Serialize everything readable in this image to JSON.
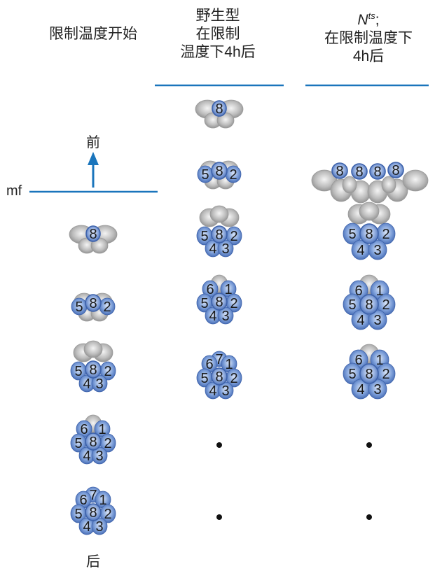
{
  "headers": {
    "col1": [
      "限制温度开始"
    ],
    "col2": [
      "野生型",
      "在限制",
      "温度下4h后"
    ],
    "col3_top": {
      "letter": "N",
      "sup": "ts",
      "after": ";"
    },
    "col3": [
      "在限制温度下",
      "4h后"
    ]
  },
  "axis": {
    "front": "前",
    "back": "后",
    "mf": "mf"
  },
  "colors": {
    "blue": "#1a75bc",
    "cell_blue": "#5b86c9",
    "cell_gray": "#a7a7a7"
  }
}
